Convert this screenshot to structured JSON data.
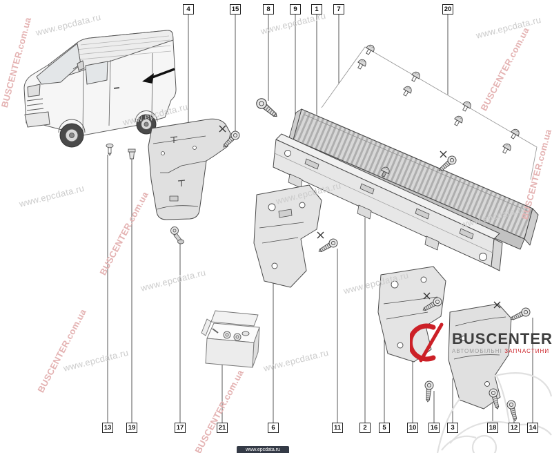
{
  "watermarks": {
    "epcdata": "www.epcdata.ru",
    "buscenter": "BUSCENTER.com.ua"
  },
  "callouts": {
    "top": [
      {
        "label": "4"
      },
      {
        "label": "15"
      },
      {
        "label": "8"
      },
      {
        "label": "9"
      },
      {
        "label": "1"
      },
      {
        "label": "7"
      },
      {
        "label": "20"
      }
    ],
    "bottom": [
      {
        "label": "13"
      },
      {
        "label": "19"
      },
      {
        "label": "17"
      },
      {
        "label": "21"
      },
      {
        "label": "6"
      },
      {
        "label": "11"
      },
      {
        "label": "2"
      },
      {
        "label": "5"
      },
      {
        "label": "10"
      },
      {
        "label": "16"
      },
      {
        "label": "3"
      },
      {
        "label": "18"
      },
      {
        "label": "12"
      },
      {
        "label": "14"
      }
    ]
  },
  "logo": {
    "brand": "BUSCENTER",
    "tagline_left": "АВТОМОБІЛЬНІ",
    "tagline_right": "ЗАПЧАСТИНИ",
    "accent_color": "#cc2027"
  },
  "footer": {
    "strip_text": "www.epcdata.ru"
  },
  "colors": {
    "watermark_gray": "#cbcbcb",
    "watermark_red": "#e4b2b2",
    "line": "#444444"
  }
}
